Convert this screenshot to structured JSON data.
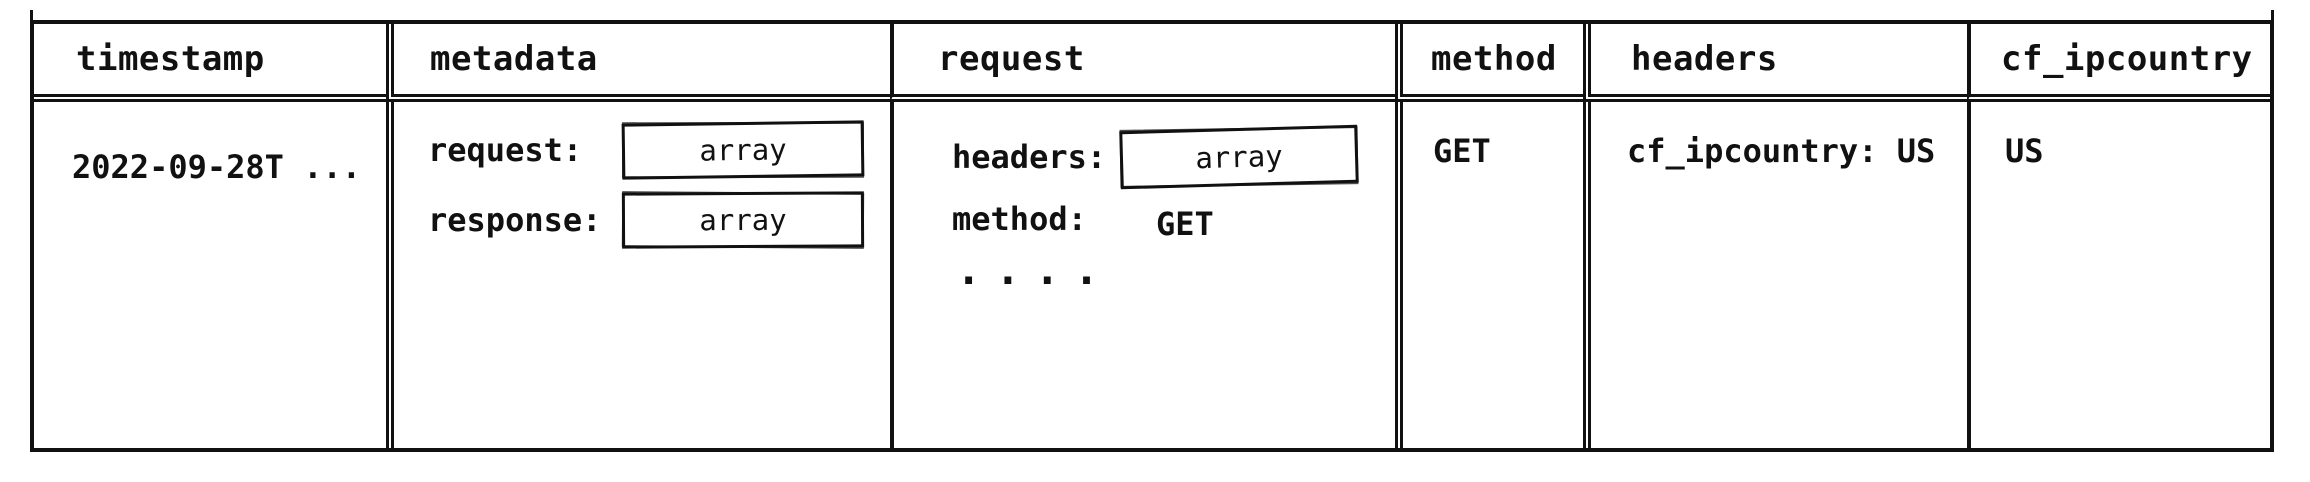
{
  "colors": {
    "ink": "#111111",
    "background": "#ffffff"
  },
  "table": {
    "columns": [
      {
        "label": "timestamp"
      },
      {
        "label": "metadata"
      },
      {
        "label": "request"
      },
      {
        "label": "method"
      },
      {
        "label": "headers"
      },
      {
        "label": "cf_ipcountry"
      }
    ],
    "row": {
      "timestamp": "2022-09-28T ...",
      "metadata": {
        "fields": [
          {
            "key": "request:",
            "value": "array"
          },
          {
            "key": "response:",
            "value": "array"
          }
        ]
      },
      "request": {
        "fields": [
          {
            "key": "headers:",
            "value": "array"
          },
          {
            "key": "method:",
            "value": "GET"
          }
        ],
        "truncation": "...."
      },
      "method": "GET",
      "headers": "cf_ipcountry: US",
      "cf_ipcountry": "US"
    }
  }
}
